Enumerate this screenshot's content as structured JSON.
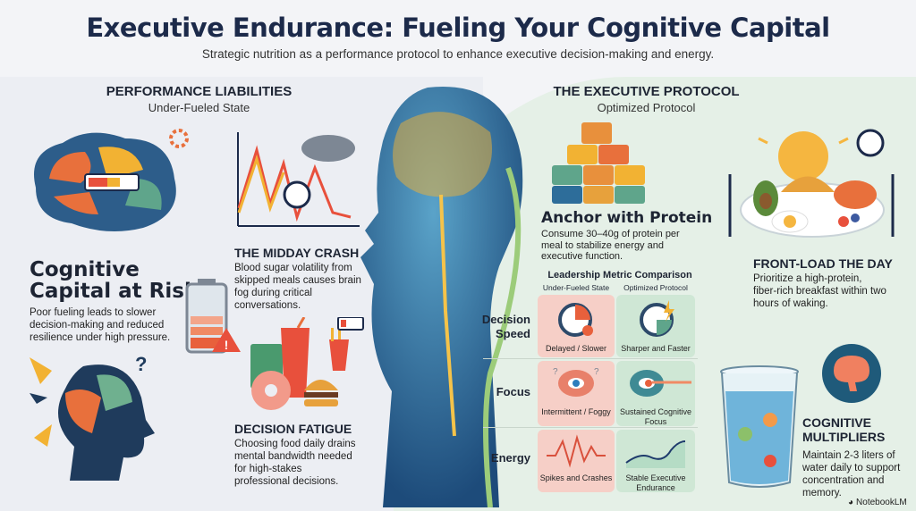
{
  "header": {
    "title": "Executive Endurance: Fueling Your Cognitive Capital",
    "subtitle": "Strategic nutrition as a performance protocol to enhance executive decision-making and energy."
  },
  "left": {
    "heading": "PERFORMANCE LIABILITIES",
    "subheading": "Under-Fueled State",
    "risk": {
      "title_line1": "Cognitive",
      "title_line2": "Capital at Risk",
      "body": "Poor fueling leads to slower decision-making and reduced resilience under high pressure."
    },
    "crash": {
      "title": "THE MIDDAY CRASH",
      "body": "Blood sugar volatility from skipped meals causes brain fog during critical conversations."
    },
    "fatigue": {
      "title": "DECISION FATIGUE",
      "body": "Choosing food daily drains mental bandwidth needed for high-stakes professional decisions."
    }
  },
  "right": {
    "heading": "THE EXECUTIVE PROTOCOL",
    "subheading": "Optimized Protocol",
    "protein": {
      "title": "Anchor with Protein",
      "body": "Consume 30–40g of protein per meal to stabilize energy and executive function."
    },
    "frontload": {
      "title": "FRONT-LOAD THE DAY",
      "body": "Prioritize a high-protein, fiber-rich breakfast within two hours of waking."
    },
    "multipliers": {
      "title_line1": "COGNITIVE",
      "title_line2": "MULTIPLIERS",
      "body": "Maintain 2-3 liters of water daily to support concentration and memory."
    }
  },
  "comparison": {
    "title": "Leadership Metric Comparison",
    "col1": "Under-Fueled State",
    "col2": "Optimized Protocol",
    "rows": [
      {
        "label": "Decision Speed",
        "under": "Delayed / Slower",
        "optimized": "Sharper and Faster"
      },
      {
        "label": "Focus",
        "under": "Intermittent / Foggy",
        "optimized": "Sustained Cognitive Focus"
      },
      {
        "label": "Energy",
        "under": "Spikes and Crashes",
        "optimized": "Stable Executive Endurance"
      }
    ]
  },
  "footer": {
    "brand": "NotebookLM"
  }
}
